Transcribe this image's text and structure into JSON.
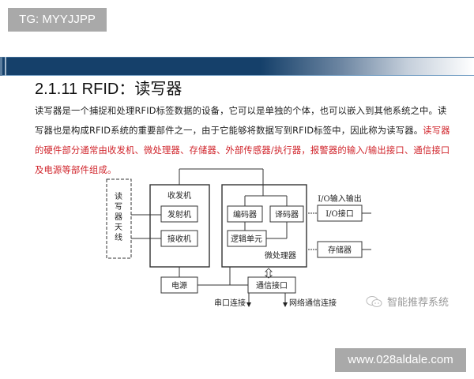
{
  "watermark_top": "TG: MYYJJPP",
  "watermark_bottom": "www.028aldale.com",
  "wechat_label": "智能推荐系统",
  "colors": {
    "banner": "#15406a",
    "highlight_text": "#d0242b",
    "watermark_bg": "#a9a9a9"
  },
  "slide": {
    "title": "2.1.11 RFID：读写器",
    "paragraph": {
      "normal": "读写器是一个捕捉和处理RFID标签数据的设备，它可以是单独的个体，也可以嵌入到其他系统之中。读写器也是构成RFID系统的重要部件之一，由于它能够将数据写到RFID标签中，因此称为读写器。",
      "highlight": "读写器的硬件部分通常由收发机、微处理器、存储器、外部传感器/执行器，报警器的输入/输出接口、通信接口及电源等部件组成。"
    }
  },
  "diagram": {
    "antenna": [
      "读",
      "写",
      "器",
      "天",
      "线"
    ],
    "transceiver": {
      "label": "收发机",
      "transmitter": "发射机",
      "receiver": "接收机"
    },
    "microprocessor": {
      "label": "微处理器",
      "encoder": "编码器",
      "decoder": "译码器",
      "logic_unit": "逻辑单元"
    },
    "io_label": "I/O输入输出",
    "io_port": "I/O接口",
    "storage": "存储器",
    "power": "电源",
    "comm_port": "通信接口",
    "serial": "串口连接",
    "network": "网络通信连接"
  }
}
